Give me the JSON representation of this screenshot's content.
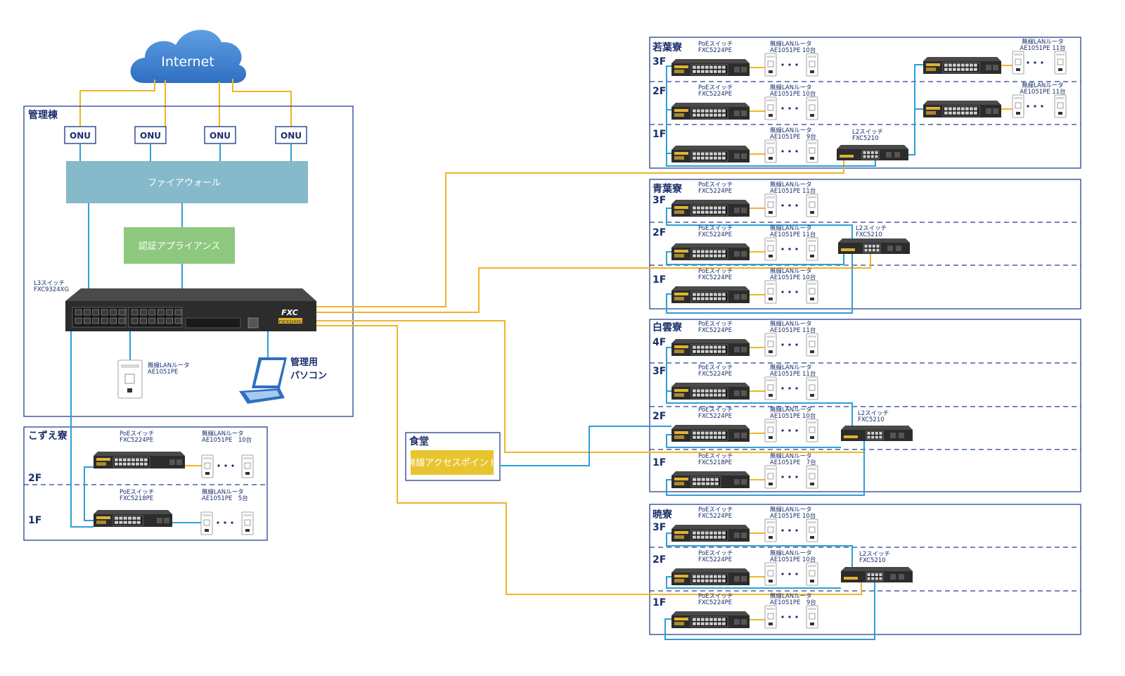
{
  "internet": "Internet",
  "main_building": {
    "title": "管理棟",
    "onu": [
      "ONU",
      "ONU",
      "ONU",
      "ONU"
    ],
    "firewall": "ファイアウォール",
    "auth": "認証アプライアンス",
    "l3_label": [
      "L3スイッチ",
      "FXC9324XG"
    ],
    "l3_brand": "FXC",
    "l3_model_tag": "FXC9324XG",
    "router_label": [
      "無線LANルータ",
      "AE1051PE"
    ],
    "pc_label": [
      "管理用",
      "パソコン"
    ]
  },
  "kozue": {
    "title": "こずえ寮",
    "floors": [
      {
        "floor": "2F",
        "switch": [
          "PoEスイッチ",
          "FXC5224PE"
        ],
        "router": [
          "無線LANルータ",
          "AE1051PE　10台"
        ]
      },
      {
        "floor": "1F",
        "switch": [
          "PoEスイッチ",
          "FXC5218PE"
        ],
        "router": [
          "無線LANルータ",
          "AE1051PE　5台"
        ]
      }
    ]
  },
  "dining": {
    "title": "食堂",
    "ap": "無線アクセスポイント"
  },
  "wakaba": {
    "title": "若葉寮",
    "floors": [
      {
        "floor": "3F",
        "switch": [
          "PoEスイッチ",
          "FXC5224PE"
        ],
        "router": [
          "無線LANルータ",
          "AE1051PE 10台"
        ],
        "router2": [
          "無線LANルータ",
          "AE1051PE 11台"
        ]
      },
      {
        "floor": "2F",
        "switch": [
          "PoEスイッチ",
          "FXC5224PE"
        ],
        "router": [
          "無線LANルータ",
          "AE1051PE 10台"
        ],
        "router2": [
          "無線LANルータ",
          "AE1051PE 11台"
        ]
      },
      {
        "floor": "1F",
        "router": [
          "無線LANルータ",
          "AE1051PE　9台"
        ]
      }
    ],
    "l2": [
      "L2スイッチ",
      "FXC5210"
    ]
  },
  "aoba": {
    "title": "青葉寮",
    "floors": [
      {
        "floor": "3F",
        "switch": [
          "PoEスイッチ",
          "FXC5224PE"
        ],
        "router": [
          "無線LANルータ",
          "AE1051PE 11台"
        ]
      },
      {
        "floor": "2F",
        "switch": [
          "PoEスイッチ",
          "FXC5224PE"
        ],
        "router": [
          "無線LANルータ",
          "AE1051PE 11台"
        ]
      },
      {
        "floor": "1F",
        "switch": [
          "PoEスイッチ",
          "FXC5224PE"
        ],
        "router": [
          "無線LANルータ",
          "AE1051PE 10台"
        ]
      }
    ],
    "l2": [
      "L2スイッチ",
      "FXC5210"
    ]
  },
  "hakuun": {
    "title": "白雲寮",
    "floors": [
      {
        "floor": "4F",
        "switch": [
          "PoEスイッチ",
          "FXC5224PE"
        ],
        "router": [
          "無線LANルータ",
          "AE1051PE 11台"
        ]
      },
      {
        "floor": "3F",
        "switch": [
          "PoEスイッチ",
          "FXC5224PE"
        ],
        "router": [
          "無線LANルータ",
          "AE1051PE 11台"
        ]
      },
      {
        "floor": "2F",
        "switch": [
          "PoEスイッチ",
          "FXC5224PE"
        ],
        "router": [
          "無線LANルータ",
          "AE1051PE 10台"
        ]
      },
      {
        "floor": "1F",
        "switch": [
          "PoEスイッチ",
          "FXC5218PE"
        ],
        "router": [
          "無線LANルータ",
          "AE1051PE　7台"
        ]
      }
    ],
    "l2": [
      "L2スイッチ",
      "FXC5210"
    ]
  },
  "akatsuki": {
    "title": "暁寮",
    "floors": [
      {
        "floor": "3F",
        "switch": [
          "PoEスイッチ",
          "FXC5224PE"
        ],
        "router": [
          "無線LANルータ",
          "AE1051PE 10台"
        ]
      },
      {
        "floor": "2F",
        "switch": [
          "PoEスイッチ",
          "FXC5224PE"
        ],
        "router": [
          "無線LANルータ",
          "AE1051PE 10台"
        ]
      },
      {
        "floor": "1F",
        "switch": [
          "PoEスイッチ",
          "FXC5224PE"
        ],
        "router": [
          "無線LANルータ",
          "AE1051PE　9台"
        ]
      }
    ],
    "l2": [
      "L2スイッチ",
      "FXC5210"
    ]
  },
  "colors": {
    "fiber": "#f0b428",
    "lan": "#2e9fd6",
    "frame": "#25408f",
    "firewall": "#86b9c9",
    "auth": "#8ec87f",
    "ap": "#e8c42f",
    "cloud": "#3c7fcf"
  }
}
